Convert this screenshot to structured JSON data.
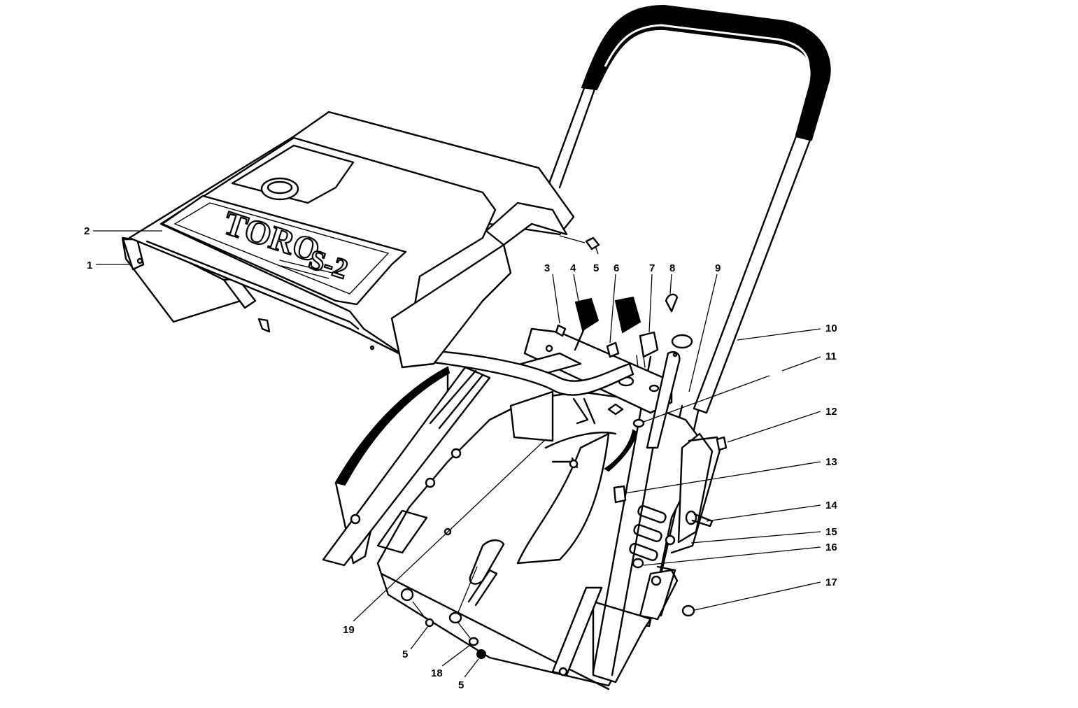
{
  "callouts": [
    {
      "id": "1",
      "label": "1"
    },
    {
      "id": "2",
      "label": "2"
    },
    {
      "id": "3",
      "label": "3"
    },
    {
      "id": "4",
      "label": "4"
    },
    {
      "id": "5a",
      "label": "5"
    },
    {
      "id": "6",
      "label": "6"
    },
    {
      "id": "7",
      "label": "7"
    },
    {
      "id": "8",
      "label": "8"
    },
    {
      "id": "9",
      "label": "9"
    },
    {
      "id": "10",
      "label": "10"
    },
    {
      "id": "11",
      "label": "11"
    },
    {
      "id": "12",
      "label": "12"
    },
    {
      "id": "13",
      "label": "13"
    },
    {
      "id": "14",
      "label": "14"
    },
    {
      "id": "15",
      "label": "15"
    },
    {
      "id": "16",
      "label": "16"
    },
    {
      "id": "17",
      "label": "17"
    },
    {
      "id": "19",
      "label": "19"
    },
    {
      "id": "5b",
      "label": "5"
    },
    {
      "id": "18",
      "label": "18"
    },
    {
      "id": "5c",
      "label": "5"
    }
  ],
  "decal": {
    "brand": "TORO",
    "model": "S-2"
  }
}
